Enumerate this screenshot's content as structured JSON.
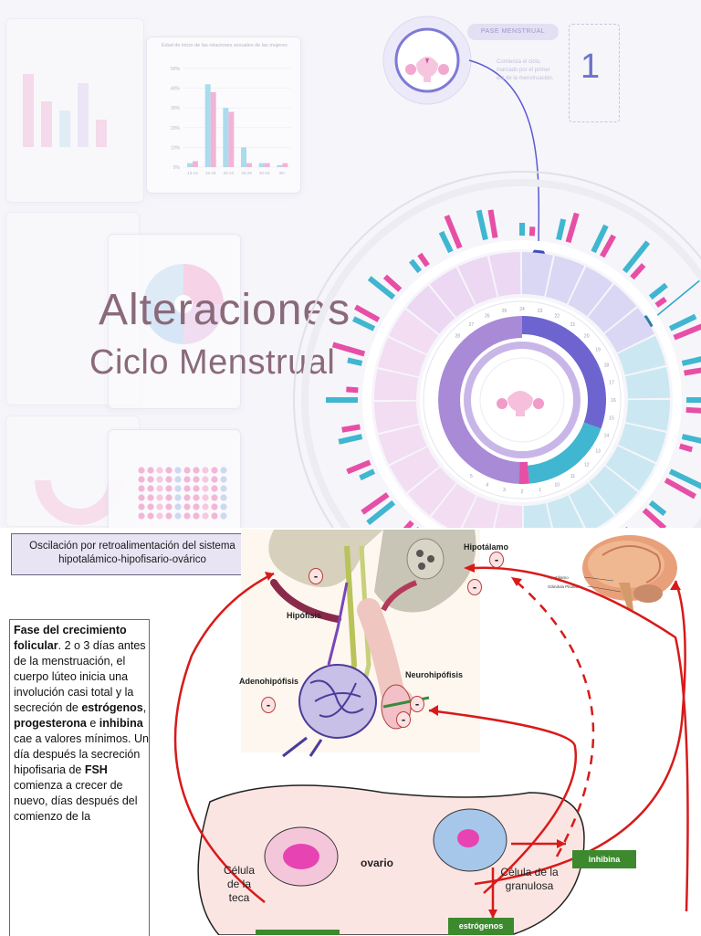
{
  "cover": {
    "title_line1": "Alteraciones",
    "title_line2": "Ciclo Menstrual",
    "phase_card": {
      "label": "PASE MENSTRUAL",
      "description": "Comienza el ciclo, marcado por el primer día de la menstruación.",
      "number": "1"
    },
    "bar_card_title": "Edad de inicio de las relaciones sexuales de las mujeres",
    "bar_card_yticks": [
      "50%",
      "40%",
      "30%",
      "20%",
      "10%",
      "0%"
    ],
    "bar_card_xticks": [
      "13-14",
      "15-19",
      "20-24",
      "25-29",
      "30-34",
      "35+"
    ],
    "ring_labels": [
      "28",
      "27",
      "26",
      "25",
      "24",
      "23",
      "22",
      "21",
      "20",
      "19",
      "18",
      "17",
      "16",
      "15",
      "14",
      "13",
      "12",
      "11",
      "10",
      "1",
      "2",
      "3",
      "4",
      "5"
    ],
    "colors": {
      "pink": "#e64fa5",
      "blue": "#40b6d0",
      "lavender": "#c9b6e8",
      "purple": "#a98ad6",
      "indigo": "#6e64d0",
      "title": "#8a6a7a"
    }
  },
  "diagram": {
    "heading": "Oscilación por retroalimentación del sistema hipotalámico-hipofisario-ovárico",
    "labels": {
      "hipotalamo": "Hipotálamo",
      "hipofisis": "Hipófisis",
      "adenohipofisis": "Adenohipófisis",
      "neurohipofisis": "Neurohipófisis",
      "ovario": "ovario",
      "celula_teca": "Célula de la teca",
      "celula_granulosa": "Célula de la granulosa",
      "inhibina": "inhibina",
      "estrogenos": "estrógenos",
      "brain_label1": "Hipotálamo",
      "brain_label2": "Glándula Pituitaria"
    },
    "minus_sign": "-",
    "side_text": {
      "title": "Fase del crecimiento folicular",
      "p1": ". 2 o 3 días antes de la menstruación, el cuerpo lúteo inicia una involución casi total y la secreción de ",
      "b1": "estrógenos",
      "p2": ", ",
      "b2": "progesterona",
      "p3": " e ",
      "b3": "inhibina",
      "p4": " cae a valores mínimos. Un día después la secreción hipofisaria de ",
      "b4": "FSH",
      "p5": " comienza a crecer de nuevo, días después del comienzo de la"
    }
  }
}
